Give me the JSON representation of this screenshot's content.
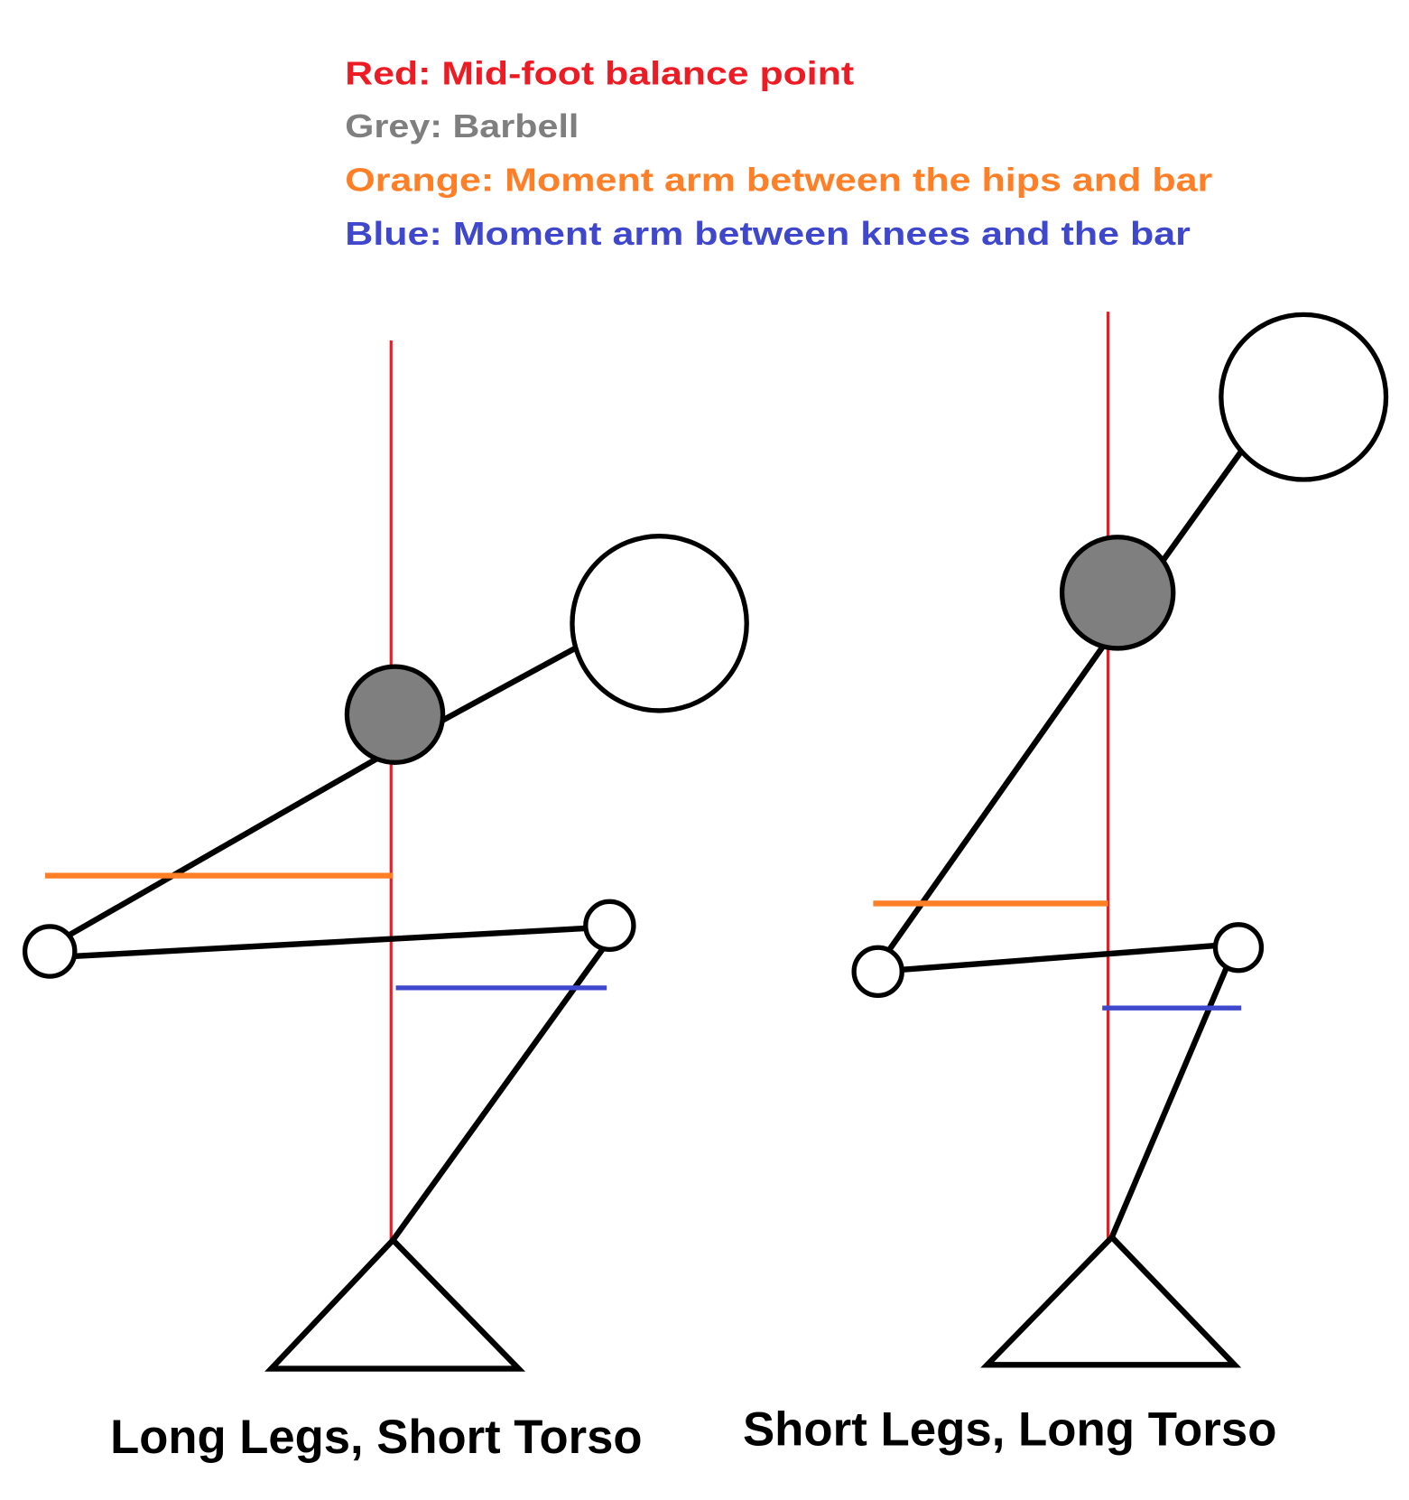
{
  "legend": {
    "red": "Red: Mid-foot balance point",
    "grey": "Grey: Barbell",
    "orange": "Orange: Moment arm between the hips and bar",
    "blue": "Blue: Moment arm between knees and the bar"
  },
  "colors": {
    "red": "#ed1c24",
    "grey": "#7f7f7f",
    "orange": "#ff7f27",
    "blue": "#3f48cc"
  },
  "figures": [
    {
      "caption": "Long Legs, Short Torso"
    },
    {
      "caption": "Short Legs, Long Torso"
    }
  ]
}
